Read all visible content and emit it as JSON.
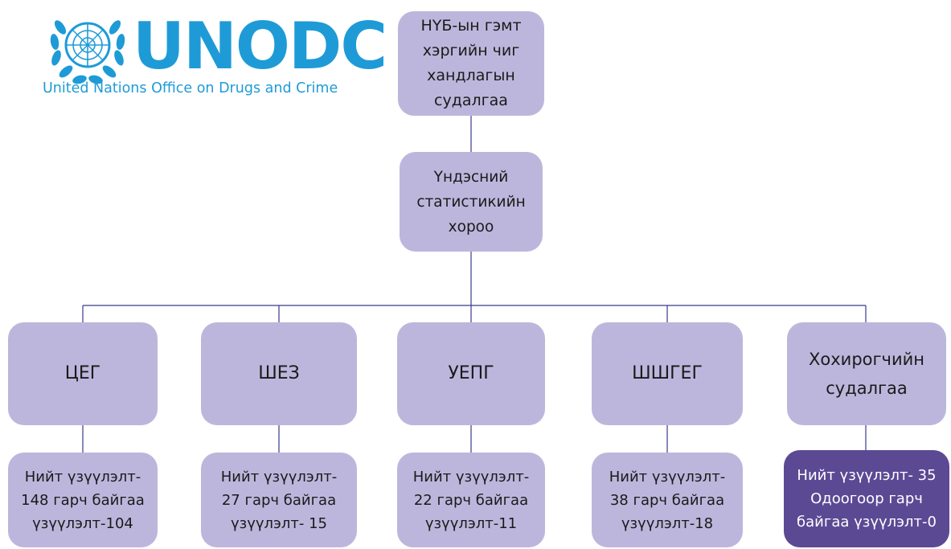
{
  "logo": {
    "wordmark": "UNODC",
    "subtitle": "United Nations Office on Drugs and Crime",
    "emblem_icon": "un-emblem-icon",
    "brand_color": "#1e9bd7"
  },
  "colors": {
    "node_fill": "#bdb6dc",
    "highlight_fill": "#5c4994",
    "line": "#3a3a8c"
  },
  "root": {
    "lines": [
      "НҮБ-ын гэмт",
      "хэргийн чиг",
      "хандлагын",
      "судалгаа"
    ]
  },
  "committee": {
    "lines": [
      "Үндэсний",
      "статистикийн",
      "хороо"
    ]
  },
  "agencies": [
    {
      "lines": [
        "ЦЕГ"
      ],
      "stat": [
        "Нийт үзүүлэлт-",
        "148 гарч байгаа",
        "үзүүлэлт-104"
      ]
    },
    {
      "lines": [
        "ШЕЗ"
      ],
      "stat": [
        "Нийт үзүүлэлт-",
        "27 гарч байгаа",
        "үзүүлэлт- 15"
      ]
    },
    {
      "lines": [
        "УЕПГ"
      ],
      "stat": [
        "Нийт үзүүлэлт-",
        "22 гарч байгаа",
        "үзүүлэлт-11"
      ]
    },
    {
      "lines": [
        "ШШГЕГ"
      ],
      "stat": [
        "Нийт үзүүлэлт-",
        "38 гарч байгаа",
        "үзүүлэлт-18"
      ]
    },
    {
      "lines": [
        "Хохирогчийн",
        "судалгаа"
      ],
      "stat": [
        "Нийт үзүүлэлт- 35",
        "Одоогоор гарч",
        "байгаа үзүүлэлт-0"
      ]
    }
  ]
}
